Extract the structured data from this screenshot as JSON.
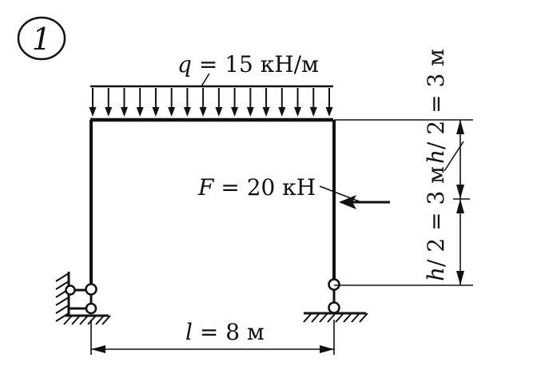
{
  "figure": {
    "number": "1"
  },
  "loads": {
    "distributed": {
      "symbol": "q",
      "equals": " = 15 кН/м"
    },
    "point": {
      "symbol": "F",
      "equals": " = 20 кН"
    }
  },
  "dimensions": {
    "span": {
      "symbol": "l",
      "equals": " = 8 м"
    },
    "upper": {
      "symbol": "h",
      "equals": "/ 2 = 3 м"
    },
    "lower": {
      "symbol": "h",
      "equals": "/ 2 = 3 м"
    }
  },
  "colors": {
    "ink": "#111111"
  }
}
